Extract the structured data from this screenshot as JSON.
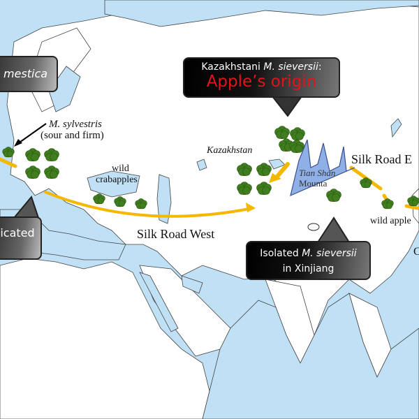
{
  "labels": {
    "sylvestris_name": "M. sylvestris",
    "sylvestris_desc": "(sour and firm)",
    "wild_crabapples_1": "wild",
    "wild_crabapples_2": "crabapples",
    "kazakhstan": "Kazakhstan",
    "tian_shan_1": "Tian Shan",
    "tian_shan_2": "Mounta",
    "silk_road_west": "Silk Road West",
    "silk_road_east": "Silk Road E",
    "wild_apples": "wild apple",
    "edge_char": "C"
  },
  "callouts": {
    "domestica": "mestica",
    "domesticated": "icated",
    "origin_prefix": "Kazakhstani ",
    "origin_species": "M. sieversii",
    "origin_suffix": ":",
    "origin_title": "Apple’s origin",
    "isolated_prefix": "Isolated ",
    "isolated_species": "M. sieversii",
    "isolated_line2": "in Xinjiang"
  },
  "colors": {
    "water": "#bfe0f5",
    "land": "#ffffff",
    "route": "#f5b800",
    "tree_canopy": "#3f7d1f",
    "tree_trunk": "#7a5a10",
    "mountains": "#8fb0e6",
    "origin_text": "#e0141a"
  }
}
